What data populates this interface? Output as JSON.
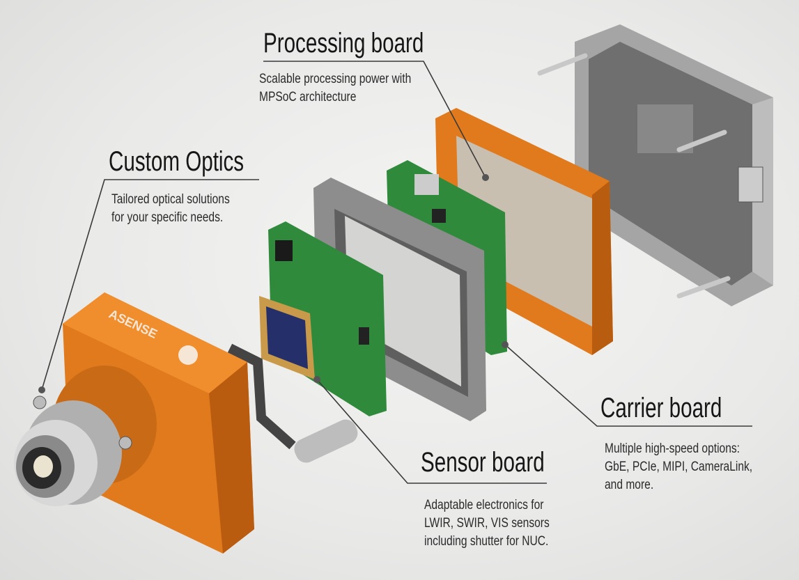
{
  "callouts": {
    "processing": {
      "title": "Processing board",
      "lines": [
        "Scalable processing power with",
        "MPSoC architecture"
      ]
    },
    "optics": {
      "title": "Custom Optics",
      "lines": [
        "Tailored optical solutions",
        "for your specific needs."
      ]
    },
    "carrier": {
      "title": "Carrier board",
      "lines": [
        "Multiple high-speed options:",
        "GbE, PCIe, MIPI, CameraLink,",
        "and more."
      ]
    },
    "sensor": {
      "title": "Sensor board",
      "lines": [
        "Adaptable electronics for",
        "LWIR, SWIR, VIS sensors",
        "including shutter for NUC."
      ]
    }
  },
  "logo_text": "ASENSE",
  "colors": {
    "orange": "#e07a1c",
    "pcb_green": "#2f8a3c",
    "aluminum": "#9a9a9a",
    "leader_line": "#3a3a3a"
  }
}
